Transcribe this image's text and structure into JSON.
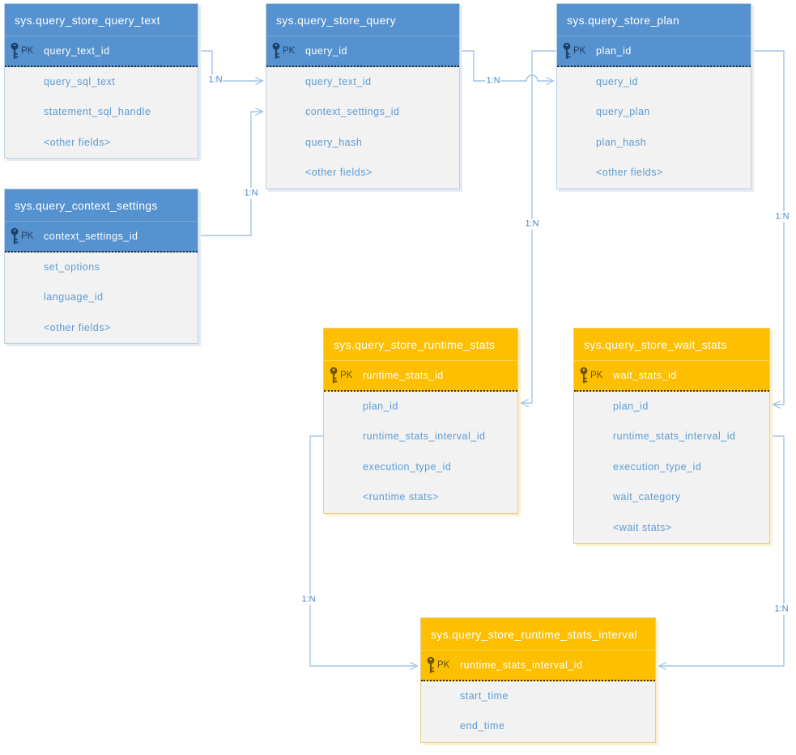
{
  "diagram": {
    "colors": {
      "blue_header": "#5592cf",
      "orange_header": "#fdbf00",
      "field_text": "#5b9bd5",
      "connector": "#a3c6e8",
      "body_background": "#f2f2f2"
    },
    "tables": [
      {
        "title": "sys.query_store_query_text",
        "pk_label": "PK",
        "pk_field": "query_text_id",
        "fields": [
          "query_sql_text",
          "statement_sql_handle",
          "<other fields>"
        ],
        "theme": "blue"
      },
      {
        "title": "sys.query_store_query",
        "pk_label": "PK",
        "pk_field": "query_id",
        "fields": [
          "query_text_id",
          "context_settings_id",
          "query_hash",
          "<other fields>"
        ],
        "theme": "blue"
      },
      {
        "title": "sys.query_store_plan",
        "pk_label": "PK",
        "pk_field": "plan_id",
        "fields": [
          "query_id",
          "query_plan",
          "plan_hash",
          "<other fields>"
        ],
        "theme": "blue"
      },
      {
        "title": "sys.query_context_settings",
        "pk_label": "PK",
        "pk_field": "context_settings_id",
        "fields": [
          "set_options",
          "language_id",
          "<other fields>"
        ],
        "theme": "blue"
      },
      {
        "title": "sys.query_store_runtime_stats",
        "pk_label": "PK",
        "pk_field": "runtime_stats_id",
        "fields": [
          "plan_id",
          "runtime_stats_interval_id",
          "execution_type_id",
          "<runtime stats>"
        ],
        "theme": "orange"
      },
      {
        "title": "sys.query_store_wait_stats",
        "pk_label": "PK",
        "pk_field": "wait_stats_id",
        "fields": [
          "plan_id",
          "runtime_stats_interval_id",
          "execution_type_id",
          "wait_category",
          "<wait stats>"
        ],
        "theme": "orange"
      },
      {
        "title": "sys.query_store_runtime_stats_interval",
        "pk_label": "PK",
        "pk_field": "runtime_stats_interval_id",
        "fields": [
          "start_time",
          "end_time"
        ],
        "theme": "orange"
      }
    ],
    "relationships": [
      {
        "label": "1:N",
        "from": "sys.query_store_query_text",
        "to": "sys.query_store_query"
      },
      {
        "label": "1:N",
        "from": "sys.query_context_settings",
        "to": "sys.query_store_query"
      },
      {
        "label": "1:N",
        "from": "sys.query_store_query",
        "to": "sys.query_store_plan"
      },
      {
        "label": "1:N",
        "from": "sys.query_store_plan",
        "to": "sys.query_store_runtime_stats"
      },
      {
        "label": "1:N",
        "from": "sys.query_store_plan",
        "to": "sys.query_store_wait_stats"
      },
      {
        "label": "1:N",
        "from": "sys.query_store_runtime_stats",
        "to": "sys.query_store_runtime_stats_interval"
      },
      {
        "label": "1:N",
        "from": "sys.query_store_wait_stats",
        "to": "sys.query_store_runtime_stats_interval"
      }
    ]
  }
}
